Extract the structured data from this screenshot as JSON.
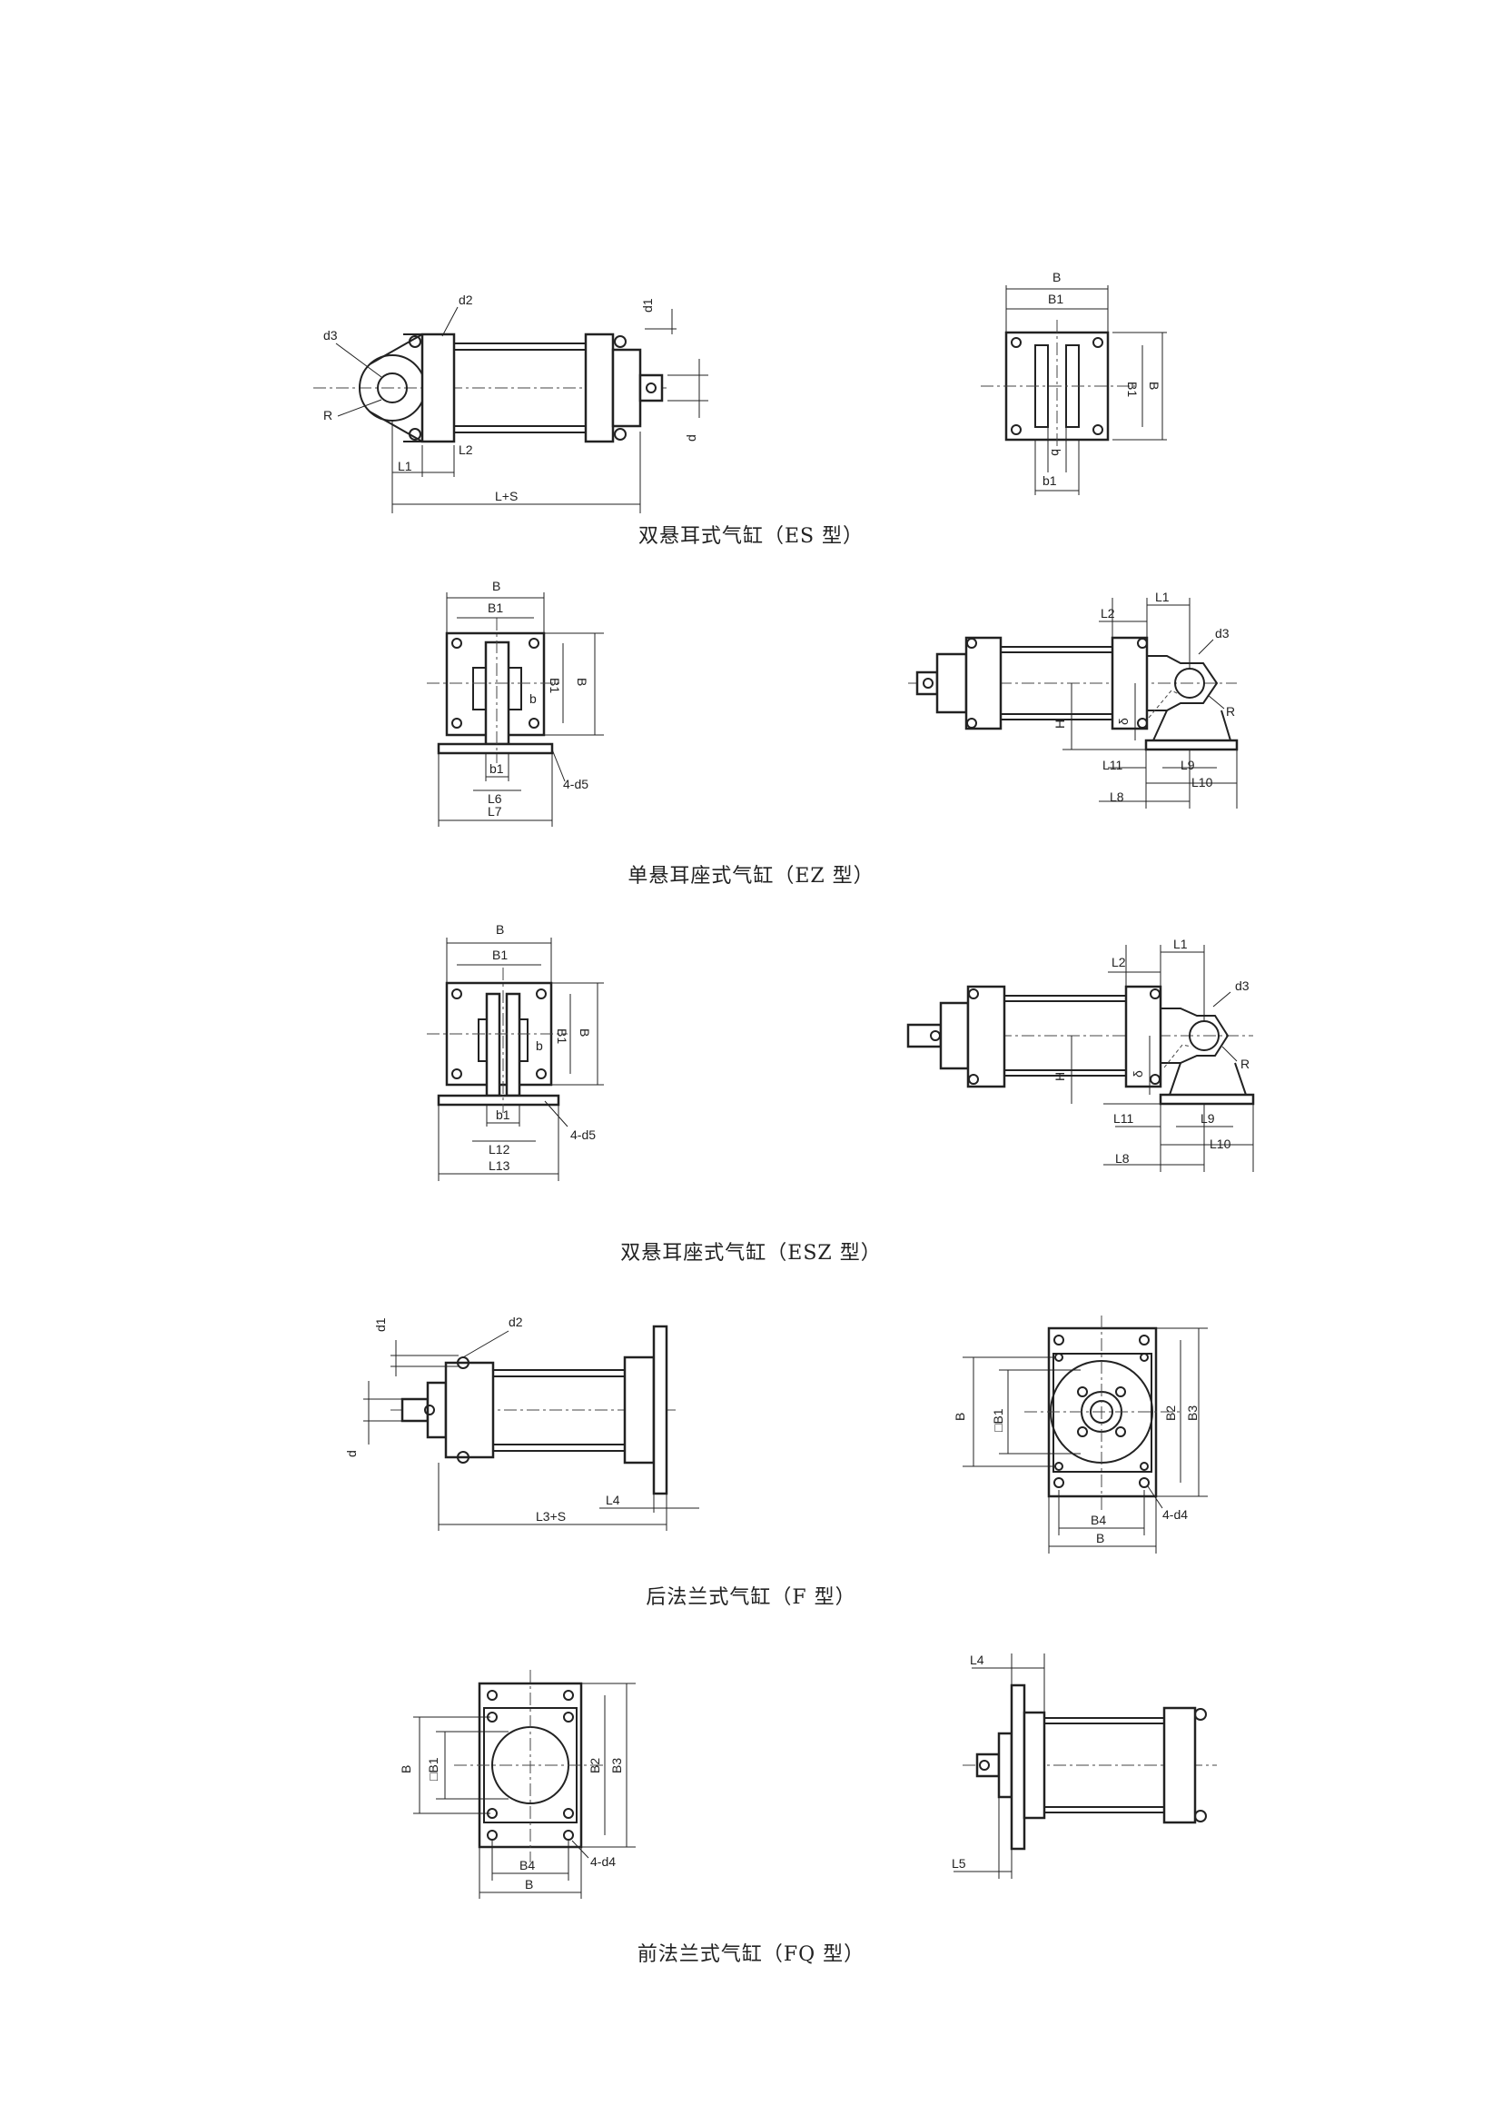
{
  "figures": [
    {
      "caption": "双悬耳式气缸（ES 型）",
      "side_labels": {
        "d2": "d2",
        "d3": "d3",
        "R": "R",
        "d1": "d1",
        "d": "d",
        "L1": "L1",
        "L2": "L2",
        "LS": "L+S"
      },
      "front_labels": {
        "B": "B",
        "B1": "B1",
        "B1v": "B1",
        "Bv": "B",
        "b": "b",
        "b1": "b1"
      }
    },
    {
      "caption": "单悬耳座式气缸（EZ 型）",
      "front_labels": {
        "B": "B",
        "B1": "B1",
        "B1v": "B1",
        "Bv": "B",
        "b": "b",
        "b1": "b1",
        "L6": "L6",
        "L7": "L7",
        "d5": "4-d5"
      },
      "side_labels": {
        "L2": "L2",
        "L1": "L1",
        "d3": "d3",
        "R": "R",
        "H": "H",
        "delta": "δ",
        "L11": "L11",
        "L9": "L9",
        "L10": "L10",
        "L8": "L8"
      }
    },
    {
      "caption": "双悬耳座式气缸（ESZ 型）",
      "front_labels": {
        "B": "B",
        "B1": "B1",
        "B1v": "B1",
        "Bv": "B",
        "b": "b",
        "b1": "b1",
        "L12": "L12",
        "L13": "L13",
        "d5": "4-d5"
      },
      "side_labels": {
        "L2": "L2",
        "L1": "L1",
        "d3": "d3",
        "R": "R",
        "H": "H",
        "delta": "δ",
        "L11": "L11",
        "L9": "L9",
        "L10": "L10",
        "L8": "L8"
      }
    },
    {
      "caption": "后法兰式气缸（F 型）",
      "side_labels": {
        "d1": "d1",
        "d2": "d2",
        "d": "d",
        "L4": "L4",
        "L3S": "L3+S"
      },
      "front_labels": {
        "B": "B",
        "B1": "□B1",
        "B2": "B2",
        "B3": "B3",
        "B4": "B4",
        "Bh": "B",
        "d4": "4-d4"
      }
    },
    {
      "caption": "前法兰式气缸（FQ 型）",
      "front_labels": {
        "B": "B",
        "B1": "□B1",
        "B2": "B2",
        "B3": "B3",
        "B4": "B4",
        "Bh": "B",
        "d4": "4-d4"
      },
      "side_labels": {
        "L4": "L4",
        "L5": "L5"
      }
    }
  ]
}
